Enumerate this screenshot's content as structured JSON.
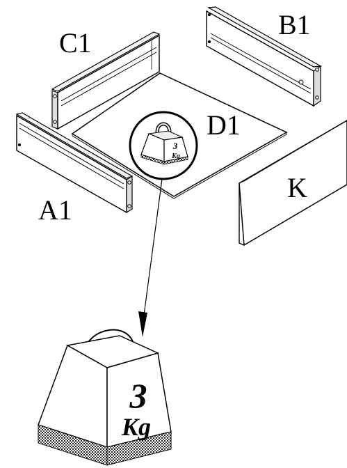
{
  "parts": {
    "b1": "B1",
    "c1": "C1",
    "d1": "D1",
    "a1": "A1",
    "k": "K"
  },
  "weight": {
    "number": "3",
    "unit": "Kg"
  }
}
